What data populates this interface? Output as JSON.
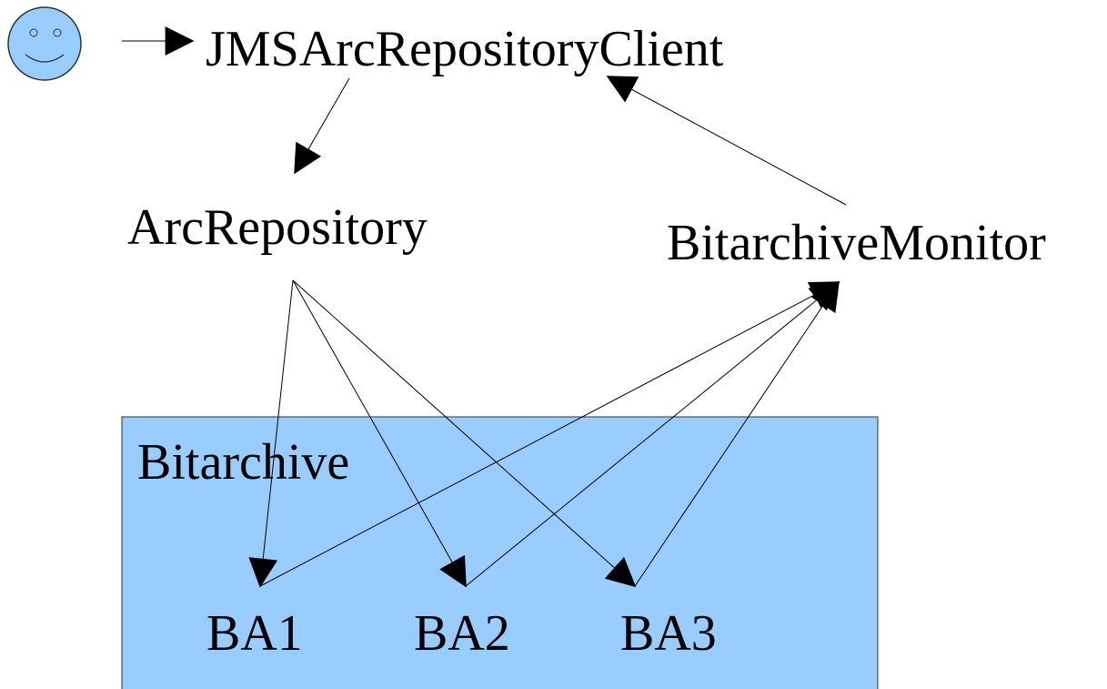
{
  "diagram": {
    "nodes": {
      "client": "JMSArcRepositoryClient",
      "repository": "ArcRepository",
      "monitor": "BitarchiveMonitor",
      "bitarchive": "Bitarchive",
      "ba1": "BA1",
      "ba2": "BA2",
      "ba3": "BA3"
    },
    "actor_icon": "smiley-face-icon",
    "colors": {
      "box_fill": "#99ccff",
      "actor_fill": "#99ccff",
      "stroke": "#000000"
    }
  }
}
